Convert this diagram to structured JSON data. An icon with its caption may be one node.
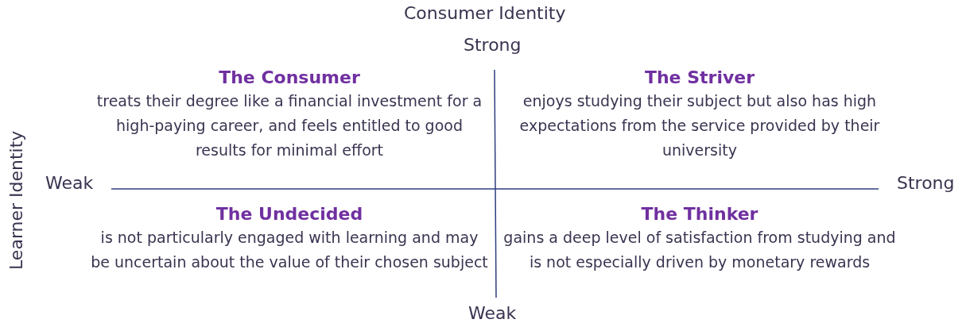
{
  "diagram": {
    "nodes": [
      {
        "text": [
          "The Consumer",
          "treats their degree like a financial investment for a high-paying career, and feels entitled to good results for minimal effort"
        ]
      },
      {
        "text": [
          "The Striver",
          "enjoys studying their subject but also has high expectations from the service provided by their university"
        ]
      },
      {
        "text": [
          "The Undecided",
          "is not particularly engaged with learning and may be uncertain about the value of their chosen subject"
        ]
      },
      {
        "text": [
          "The Thinker",
          "gains a deep level of satisfaction from studying and is not especially driven by monetary rewards"
        ]
      }
    ],
    "labels": [
      "Consumer Identity",
      "Strong",
      "Learner Identity",
      "Weak",
      "Strong",
      "Weak"
    ]
  }
}
